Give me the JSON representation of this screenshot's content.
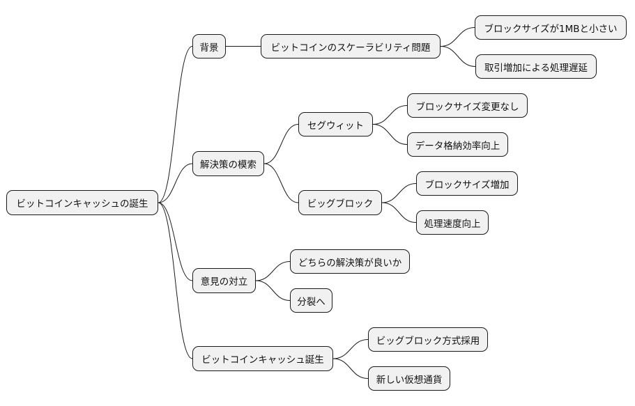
{
  "mindmap": {
    "root": "ビットコインキャッシュの誕生",
    "branches": [
      {
        "label": "背景",
        "children": [
          {
            "label": "ビットコインのスケーラビリティ問題",
            "children": [
              {
                "label": "ブロックサイズが1MBと小さい"
              },
              {
                "label": "取引増加による処理遅延"
              }
            ]
          }
        ]
      },
      {
        "label": "解決策の模索",
        "children": [
          {
            "label": "セグウィット",
            "children": [
              {
                "label": "ブロックサイズ変更なし"
              },
              {
                "label": "データ格納効率向上"
              }
            ]
          },
          {
            "label": "ビッグブロック",
            "children": [
              {
                "label": "ブロックサイズ増加"
              },
              {
                "label": "処理速度向上"
              }
            ]
          }
        ]
      },
      {
        "label": "意見の対立",
        "children": [
          {
            "label": "どちらの解決策が良いか"
          },
          {
            "label": "分裂へ"
          }
        ]
      },
      {
        "label": "ビットコインキャッシュ誕生",
        "children": [
          {
            "label": "ビッグブロック方式採用"
          },
          {
            "label": "新しい仮想通貨"
          }
        ]
      }
    ]
  },
  "colors": {
    "node_fill": "#f1f1f1",
    "node_border": "#1a1a1a",
    "edge": "#1a1a1a",
    "background": "#ffffff"
  }
}
